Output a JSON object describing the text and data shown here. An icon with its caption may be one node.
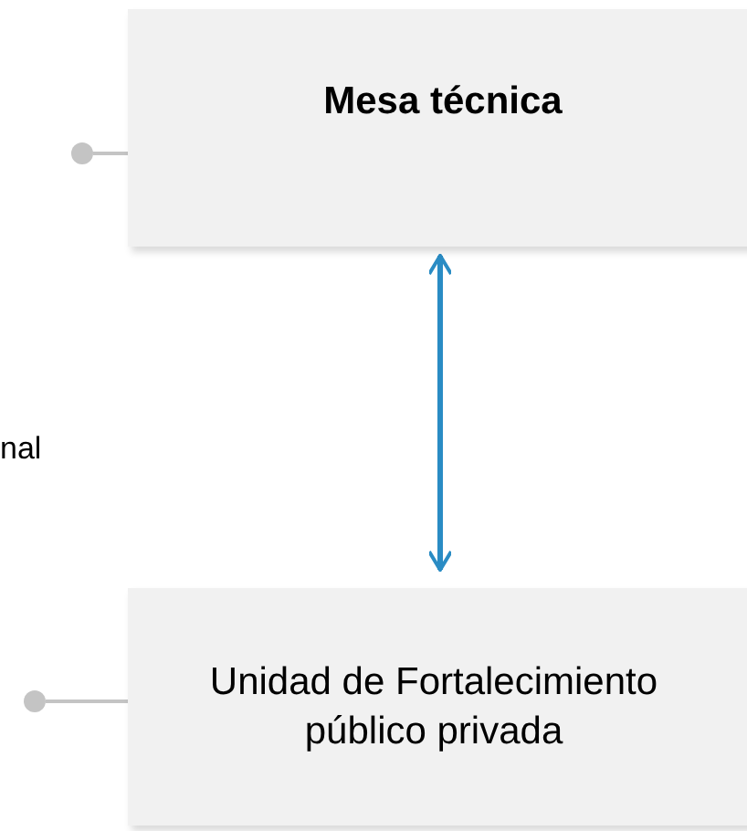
{
  "diagram": {
    "nodes": [
      {
        "text": [
          "Mesa técnica"
        ]
      },
      {
        "text": [
          "Unidad de Fortalecimiento público privada"
        ]
      },
      {
        "text": [],
        "shape": "circle"
      },
      {
        "text": [],
        "shape": "circle"
      }
    ],
    "edges": [
      {
        "from": 0,
        "to": 1,
        "arrow": "both",
        "color": "#2a8cc4"
      },
      {
        "from": 2,
        "to": 0,
        "arrow": "none"
      },
      {
        "from": 3,
        "to": 1,
        "arrow": "none"
      }
    ],
    "labels": [
      "nal"
    ]
  }
}
